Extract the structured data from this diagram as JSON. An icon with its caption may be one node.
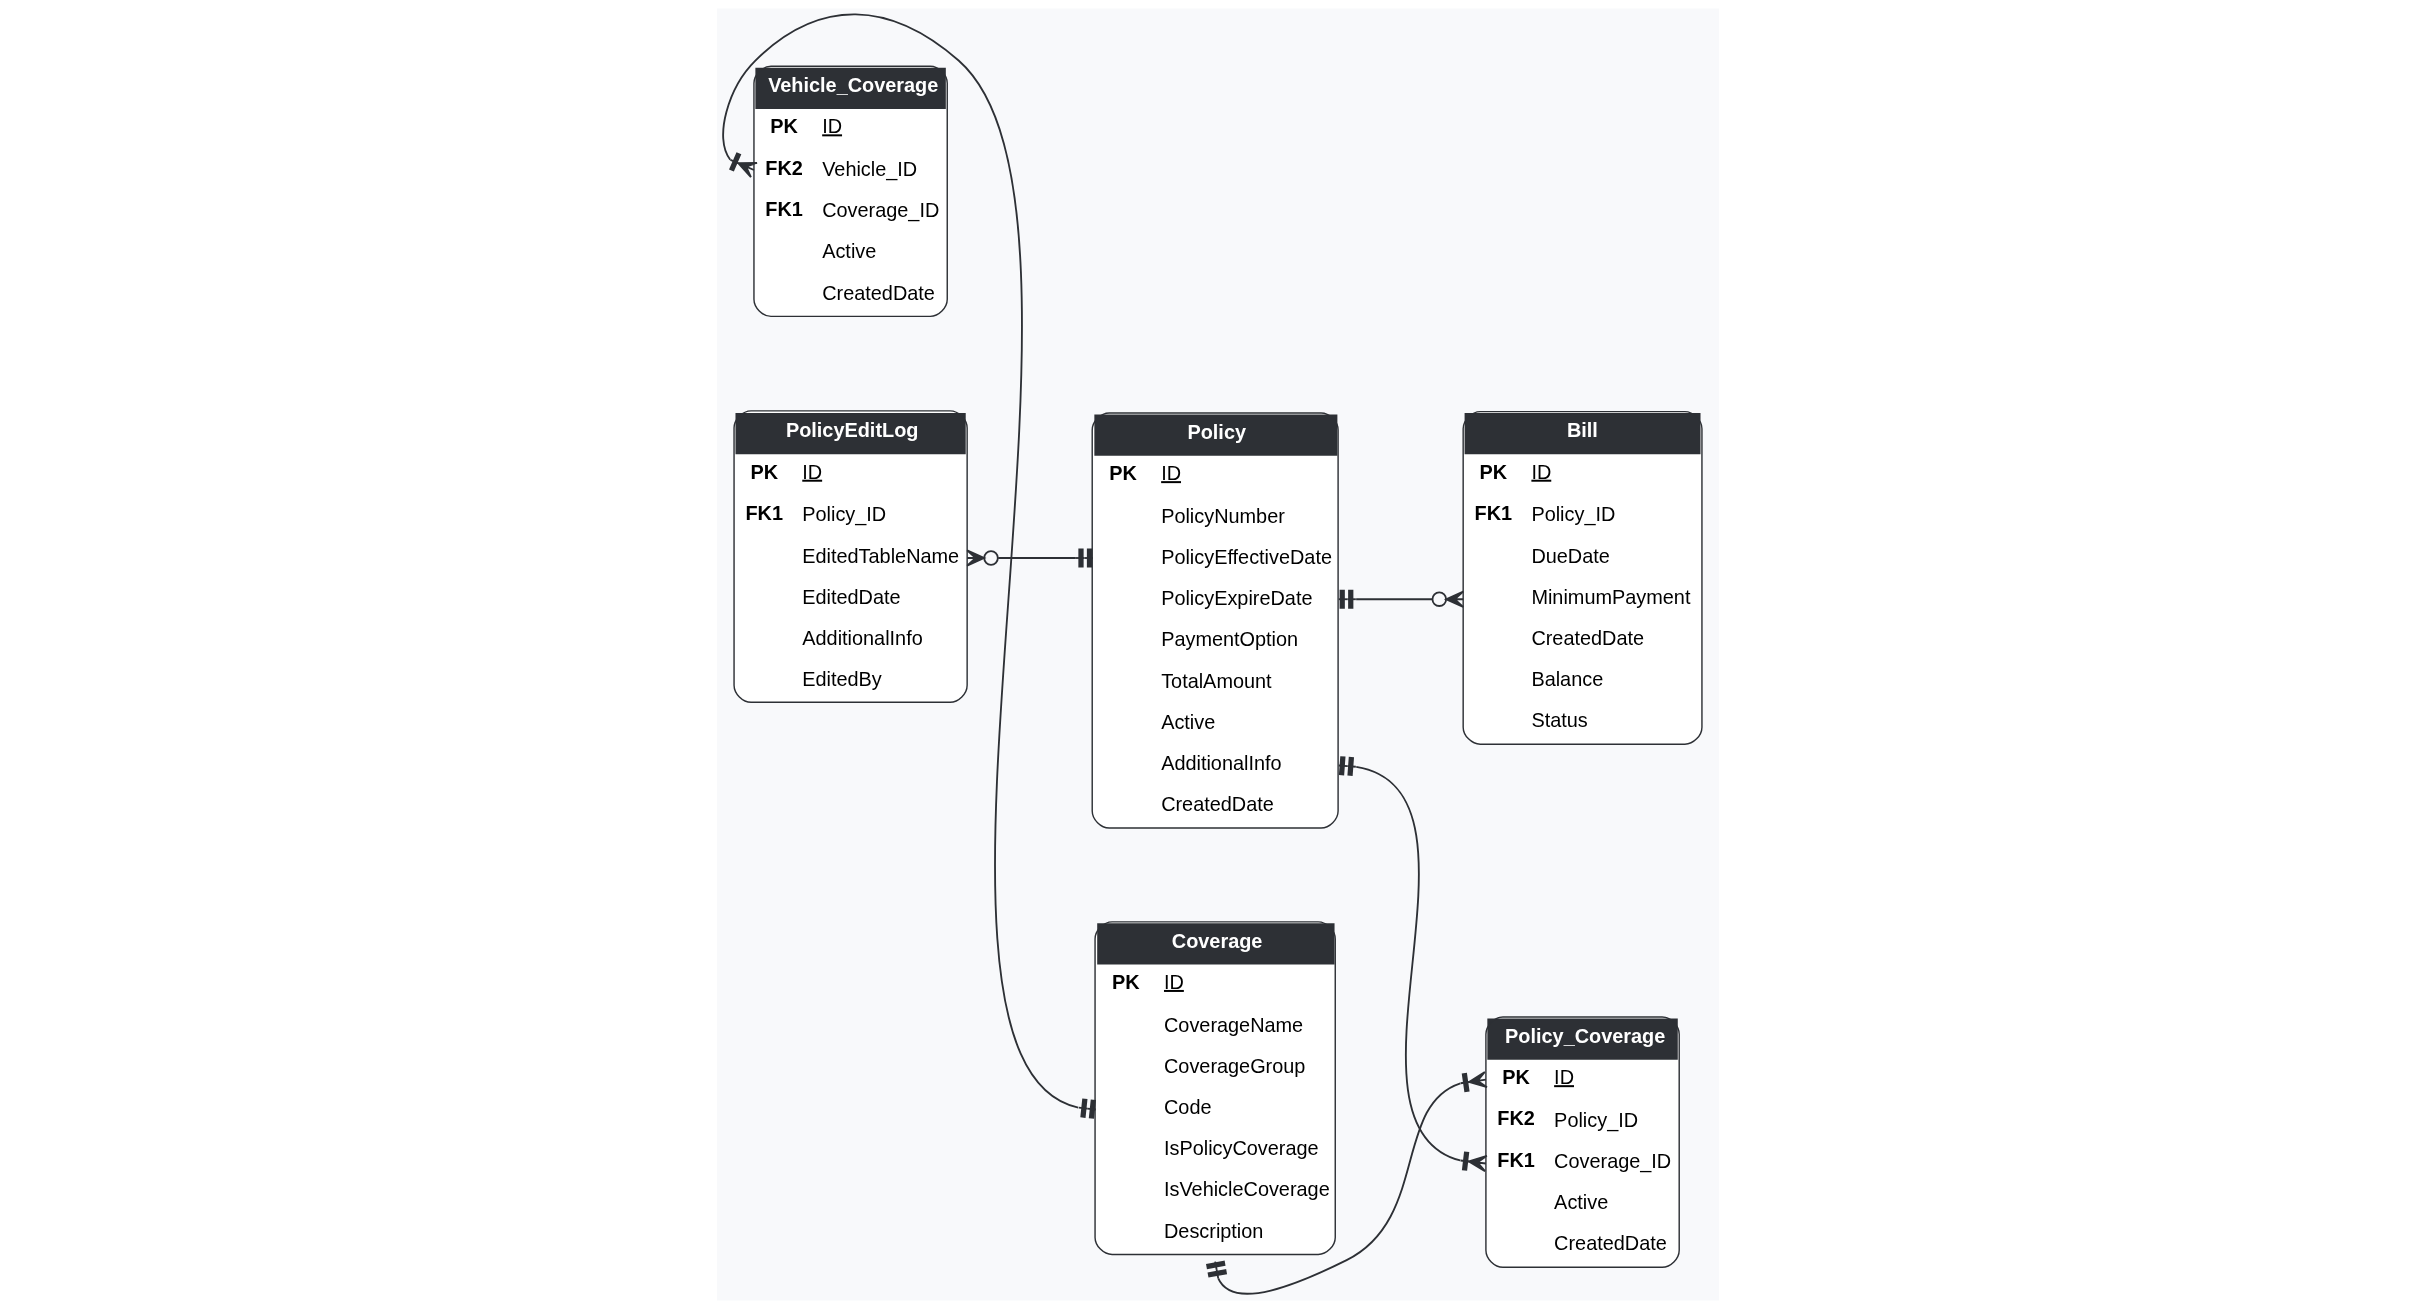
{
  "diagram": {
    "nodes": [
      {
        "text": [
          "Coverage",
          "PK",
          "ID",
          "CoverageName",
          "CoverageGroup",
          "Code",
          "IsPolicyCoverage",
          "IsVehicleCoverage",
          "Description"
        ]
      },
      {
        "text": [
          "PolicyEditLog",
          "PK",
          "ID",
          "FK1",
          "Policy_ID",
          "EditedTableName",
          "EditedDate",
          "AdditionalInfo",
          "EditedBy"
        ]
      },
      {
        "text": [
          "Policy",
          "PK",
          "ID",
          "PolicyNumber",
          "PolicyEffectiveDate",
          "PolicyExpireDate",
          "PaymentOption",
          "TotalAmount",
          "Active",
          "AdditionalInfo",
          "CreatedDate"
        ]
      },
      {
        "text": [
          "Bill",
          "PK",
          "ID",
          "FK1",
          "Policy_ID",
          "DueDate",
          "MinimumPayment",
          "CreatedDate",
          "Balance",
          "Status"
        ]
      },
      {
        "text": [
          "Policy_Coverage",
          "PK",
          "ID",
          "FK2",
          "Policy_ID",
          "FK1",
          "Coverage_ID",
          "Active",
          "CreatedDate"
        ]
      },
      {
        "text": [
          "Vehicle_Coverage",
          "PK",
          "ID",
          "FK2",
          "Vehicle_ID",
          "FK1",
          "Coverage_ID",
          "Active",
          "CreatedDate"
        ]
      }
    ],
    "edges": [
      {
        "from": 0,
        "to": 5,
        "arrow": "other"
      },
      {
        "from": 0,
        "to": 4,
        "arrow": "other"
      },
      {
        "from": 1,
        "to": 2,
        "arrow": "other"
      },
      {
        "from": 2,
        "to": 3,
        "arrow": "other"
      },
      {
        "from": 2,
        "to": 4,
        "arrow": "other"
      }
    ]
  }
}
